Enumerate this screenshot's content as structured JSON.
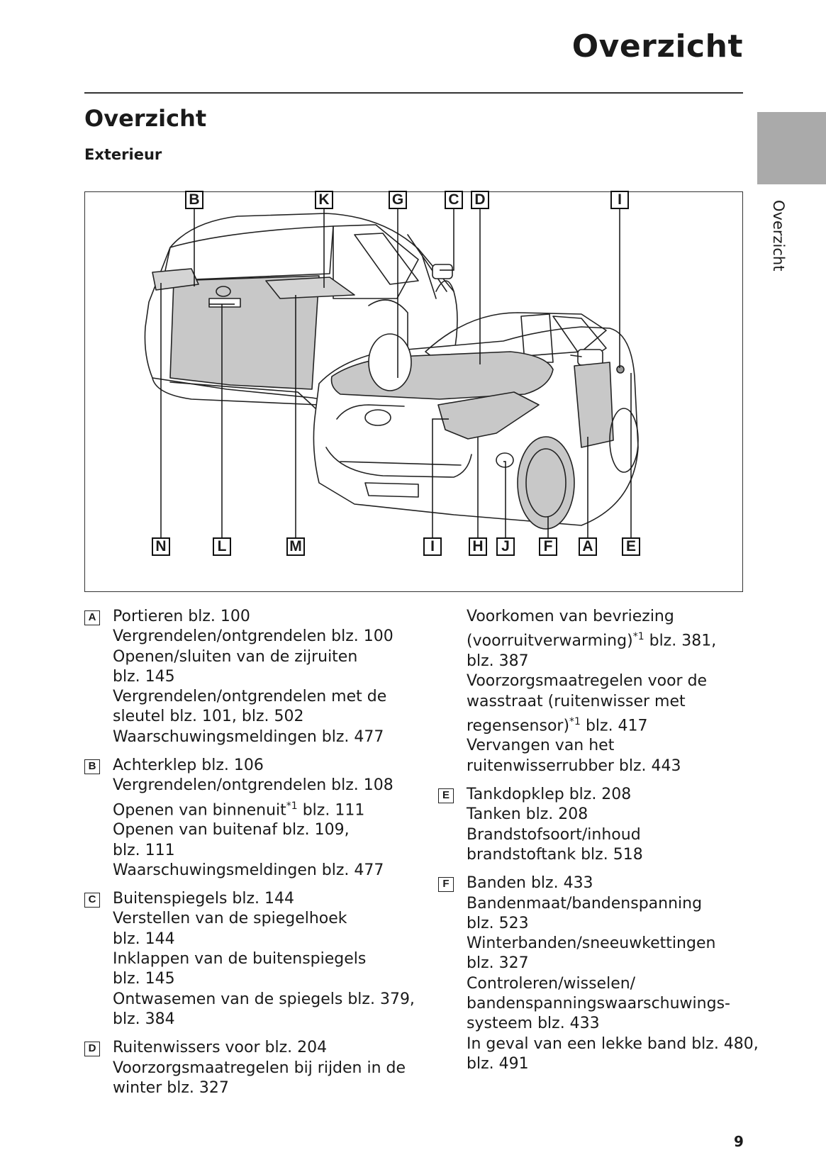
{
  "header": {
    "chapter_title": "Overzicht"
  },
  "section": {
    "title": "Overzicht",
    "subtitle": "Exterieur"
  },
  "side_tab": {
    "label": "Overzicht"
  },
  "figure": {
    "callouts_top": [
      "B",
      "K",
      "G",
      "C",
      "D",
      "I"
    ],
    "callouts_bottom": [
      "N",
      "L",
      "M",
      "I",
      "H",
      "J",
      "F",
      "A",
      "E"
    ]
  },
  "left_column": [
    {
      "label": "A",
      "lines": [
        "Portieren blz. 100",
        "Vergrendelen/ontgrendelen blz. 100",
        "Openen/sluiten van de zijruiten",
        "blz. 145",
        "Vergrendelen/ontgrendelen met de",
        "sleutel blz. 101, blz. 502",
        "Waarschuwingsmeldingen blz. 477"
      ]
    },
    {
      "label": "B",
      "lines": [
        "Achterklep blz. 106",
        "Vergrendelen/ontgrendelen blz. 108",
        "Openen van binnenuit*1 blz. 111",
        "Openen van buitenaf blz. 109,",
        "blz. 111",
        "Waarschuwingsmeldingen blz. 477"
      ]
    },
    {
      "label": "C",
      "lines": [
        "Buitenspiegels blz. 144",
        "Verstellen van de spiegelhoek",
        "blz. 144",
        "Inklappen van de buitenspiegels",
        "blz. 145",
        "Ontwasemen van de spiegels blz. 379,",
        "blz. 384"
      ]
    },
    {
      "label": "D",
      "lines": [
        "Ruitenwissers voor blz. 204",
        "Voorzorgsmaatregelen bij rijden in de",
        "winter blz. 327"
      ]
    }
  ],
  "right_column": [
    {
      "label": "",
      "lines": [
        "Voorkomen van bevriezing",
        "(voorruitverwarming)*1 blz. 381,",
        "blz. 387",
        "Voorzorgsmaatregelen voor de",
        "wasstraat (ruitenwisser met",
        "regensensor)*1 blz. 417",
        "Vervangen van het",
        "ruitenwisserrubber blz. 443"
      ]
    },
    {
      "label": "E",
      "lines": [
        "Tankdopklep blz. 208",
        "Tanken blz. 208",
        "Brandstofsoort/inhoud",
        "brandstoftank blz. 518"
      ]
    },
    {
      "label": "F",
      "lines": [
        "Banden blz. 433",
        "Bandenmaat/bandenspanning",
        "blz. 523",
        "Winterbanden/sneeuwkettingen",
        "blz. 327",
        "Controleren/wisselen/",
        "bandenspanningswaarschuwings-",
        "systeem blz. 433",
        "In geval van een lekke band blz. 480,",
        "blz. 491"
      ]
    }
  ],
  "footer": {
    "page_number": "9"
  }
}
